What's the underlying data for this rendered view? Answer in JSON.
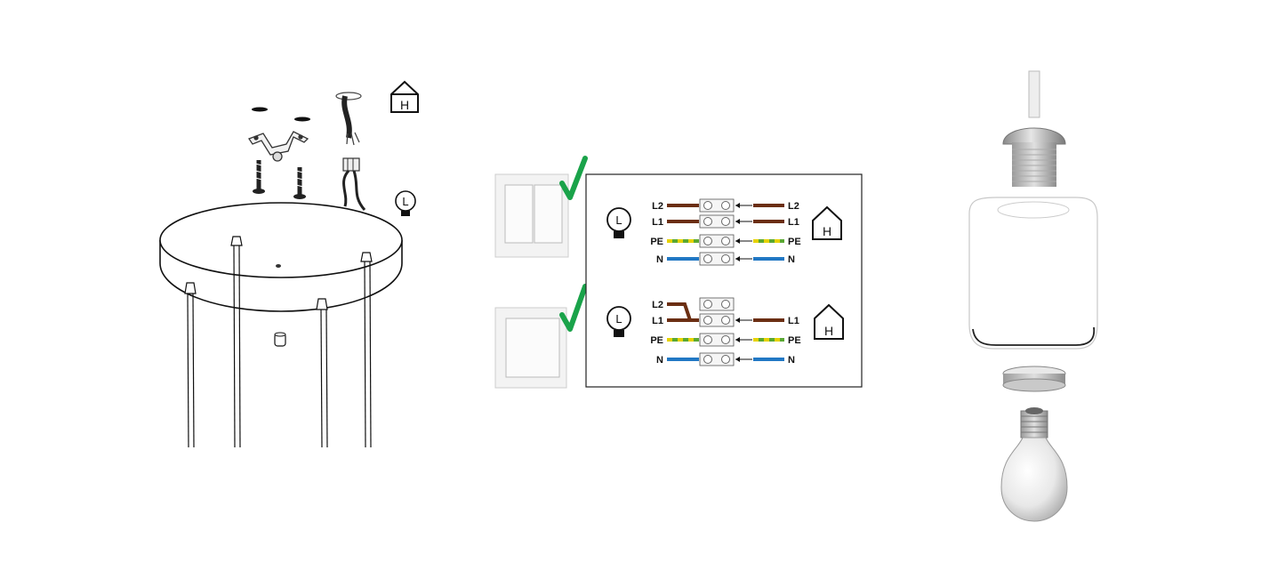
{
  "colors": {
    "live_wire": "#6b2e12",
    "earth_green": "#5aa832",
    "earth_yellow": "#e6d200",
    "neutral_wire": "#2178c4",
    "check": "#1aa34a"
  },
  "icons": {
    "house": "house-icon",
    "lamp": "lamp-icon",
    "check": "checkmark-icon"
  },
  "house_symbol_text": "H",
  "lamp_symbol_text": "L",
  "wiring": {
    "double_switch": {
      "left_labels": [
        "L2",
        "L1",
        "PE",
        "N"
      ],
      "right_labels": [
        "L2",
        "L1",
        "PE",
        "N"
      ]
    },
    "single_switch": {
      "left_labels": [
        "L2",
        "L1",
        "PE",
        "N"
      ],
      "right_labels": [
        "L1",
        "PE",
        "N"
      ]
    }
  }
}
